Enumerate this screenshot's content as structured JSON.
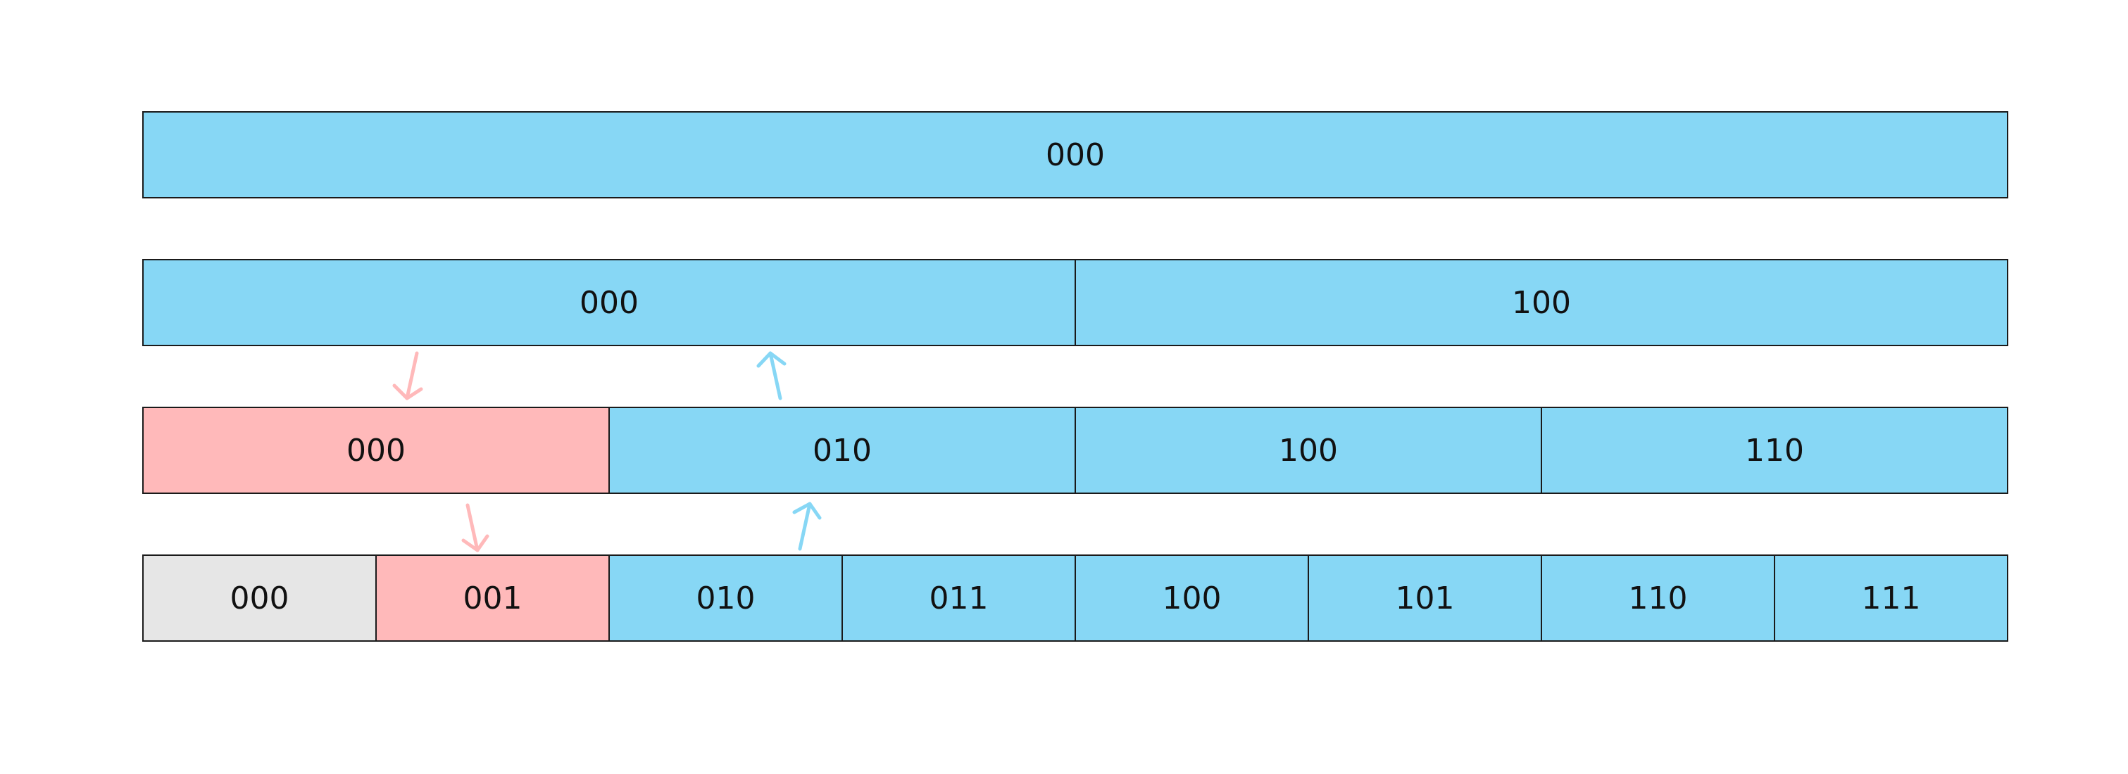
{
  "colors": {
    "allocated": "#87d7f5",
    "split": "#ffb9ba",
    "free": "#e6e6e6",
    "border": "#1a1a1a"
  },
  "rows": [
    {
      "cells": [
        {
          "label": "000",
          "state": "allocated"
        }
      ]
    },
    {
      "cells": [
        {
          "label": "000",
          "state": "allocated"
        },
        {
          "label": "100",
          "state": "allocated"
        }
      ]
    },
    {
      "cells": [
        {
          "label": "000",
          "state": "split"
        },
        {
          "label": "010",
          "state": "allocated"
        },
        {
          "label": "100",
          "state": "allocated"
        },
        {
          "label": "110",
          "state": "allocated"
        }
      ]
    },
    {
      "cells": [
        {
          "label": "000",
          "state": "free"
        },
        {
          "label": "001",
          "state": "split"
        },
        {
          "label": "010",
          "state": "allocated"
        },
        {
          "label": "011",
          "state": "allocated"
        },
        {
          "label": "100",
          "state": "allocated"
        },
        {
          "label": "101",
          "state": "allocated"
        },
        {
          "label": "110",
          "state": "allocated"
        },
        {
          "label": "111",
          "state": "allocated"
        }
      ]
    }
  ],
  "arrows": [
    {
      "direction": "down",
      "state": "split"
    },
    {
      "direction": "up",
      "state": "allocated"
    },
    {
      "direction": "down",
      "state": "split"
    },
    {
      "direction": "up",
      "state": "allocated"
    }
  ]
}
